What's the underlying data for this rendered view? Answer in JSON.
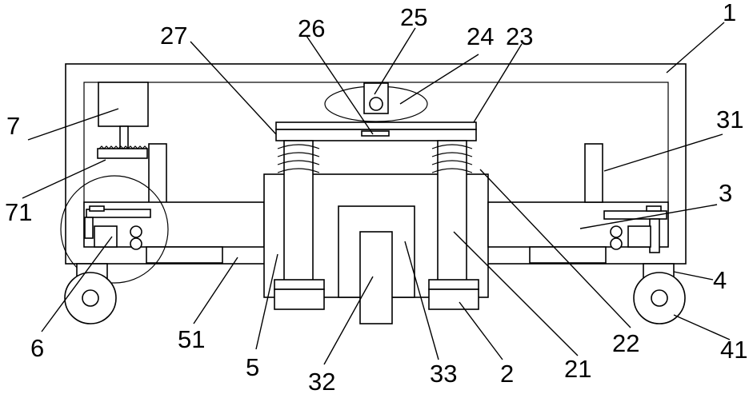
{
  "labels": {
    "l1": "1",
    "l2": "2",
    "l3": "3",
    "l4": "4",
    "l5": "5",
    "l6": "6",
    "l7": "7",
    "l21": "21",
    "l22": "22",
    "l23": "23",
    "l24": "24",
    "l25": "25",
    "l26": "26",
    "l27": "27",
    "l31": "31",
    "l32": "32",
    "l33": "33",
    "l41": "41",
    "l51": "51",
    "l71": "71"
  },
  "colors": {
    "line": "#000000",
    "background": "#ffffff"
  }
}
